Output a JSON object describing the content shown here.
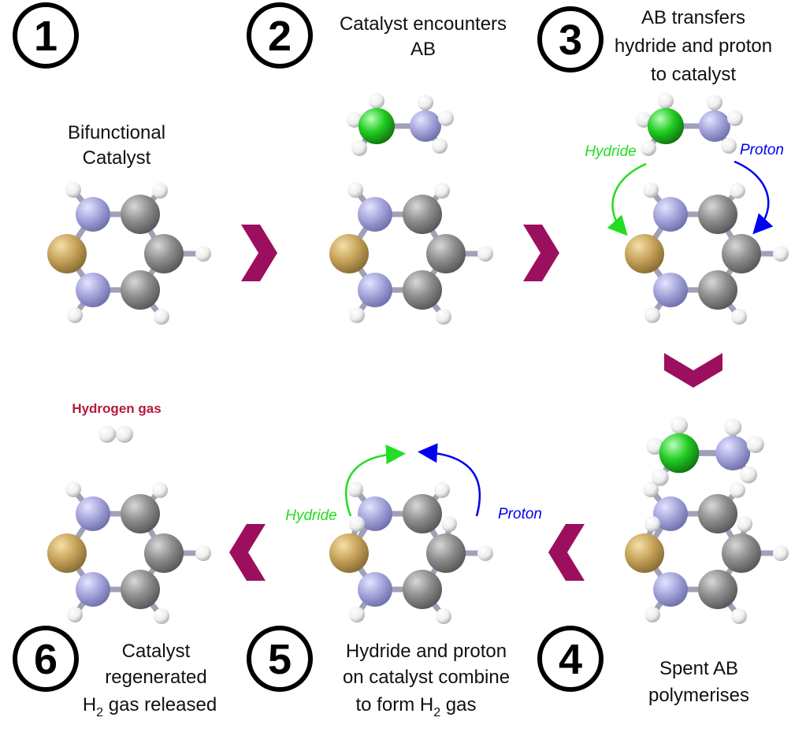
{
  "steps": [
    {
      "number": "1",
      "caption": [
        "Bifunctional",
        "Catalyst"
      ]
    },
    {
      "number": "2",
      "caption": [
        "Catalyst encounters",
        "AB"
      ]
    },
    {
      "number": "3",
      "caption": [
        "AB transfers",
        "hydride and proton",
        "to catalyst"
      ]
    },
    {
      "number": "4",
      "caption": [
        "Spent AB",
        "polymerises"
      ]
    },
    {
      "number": "5",
      "caption": [
        "Hydride and proton",
        "on catalyst combine",
        "to form H",
        "2",
        " gas"
      ]
    },
    {
      "number": "6",
      "caption": [
        "Catalyst",
        "regenerated",
        "H",
        "2",
        " gas released"
      ]
    }
  ],
  "labels": {
    "hydride": "Hydride",
    "proton": "Proton",
    "hydrogen_gas": "Hydrogen gas"
  },
  "colors": {
    "arrow": "#9c0f5f",
    "hydride": "#22dd22",
    "proton": "#0000ee",
    "nitrogen": "#a8a8e0",
    "carbon": "#8c8c8c",
    "sulfur": "#c8a860",
    "hydrogen": "#f0f0f0",
    "boron": "#22cc22",
    "gas_label": "#b5193a"
  }
}
